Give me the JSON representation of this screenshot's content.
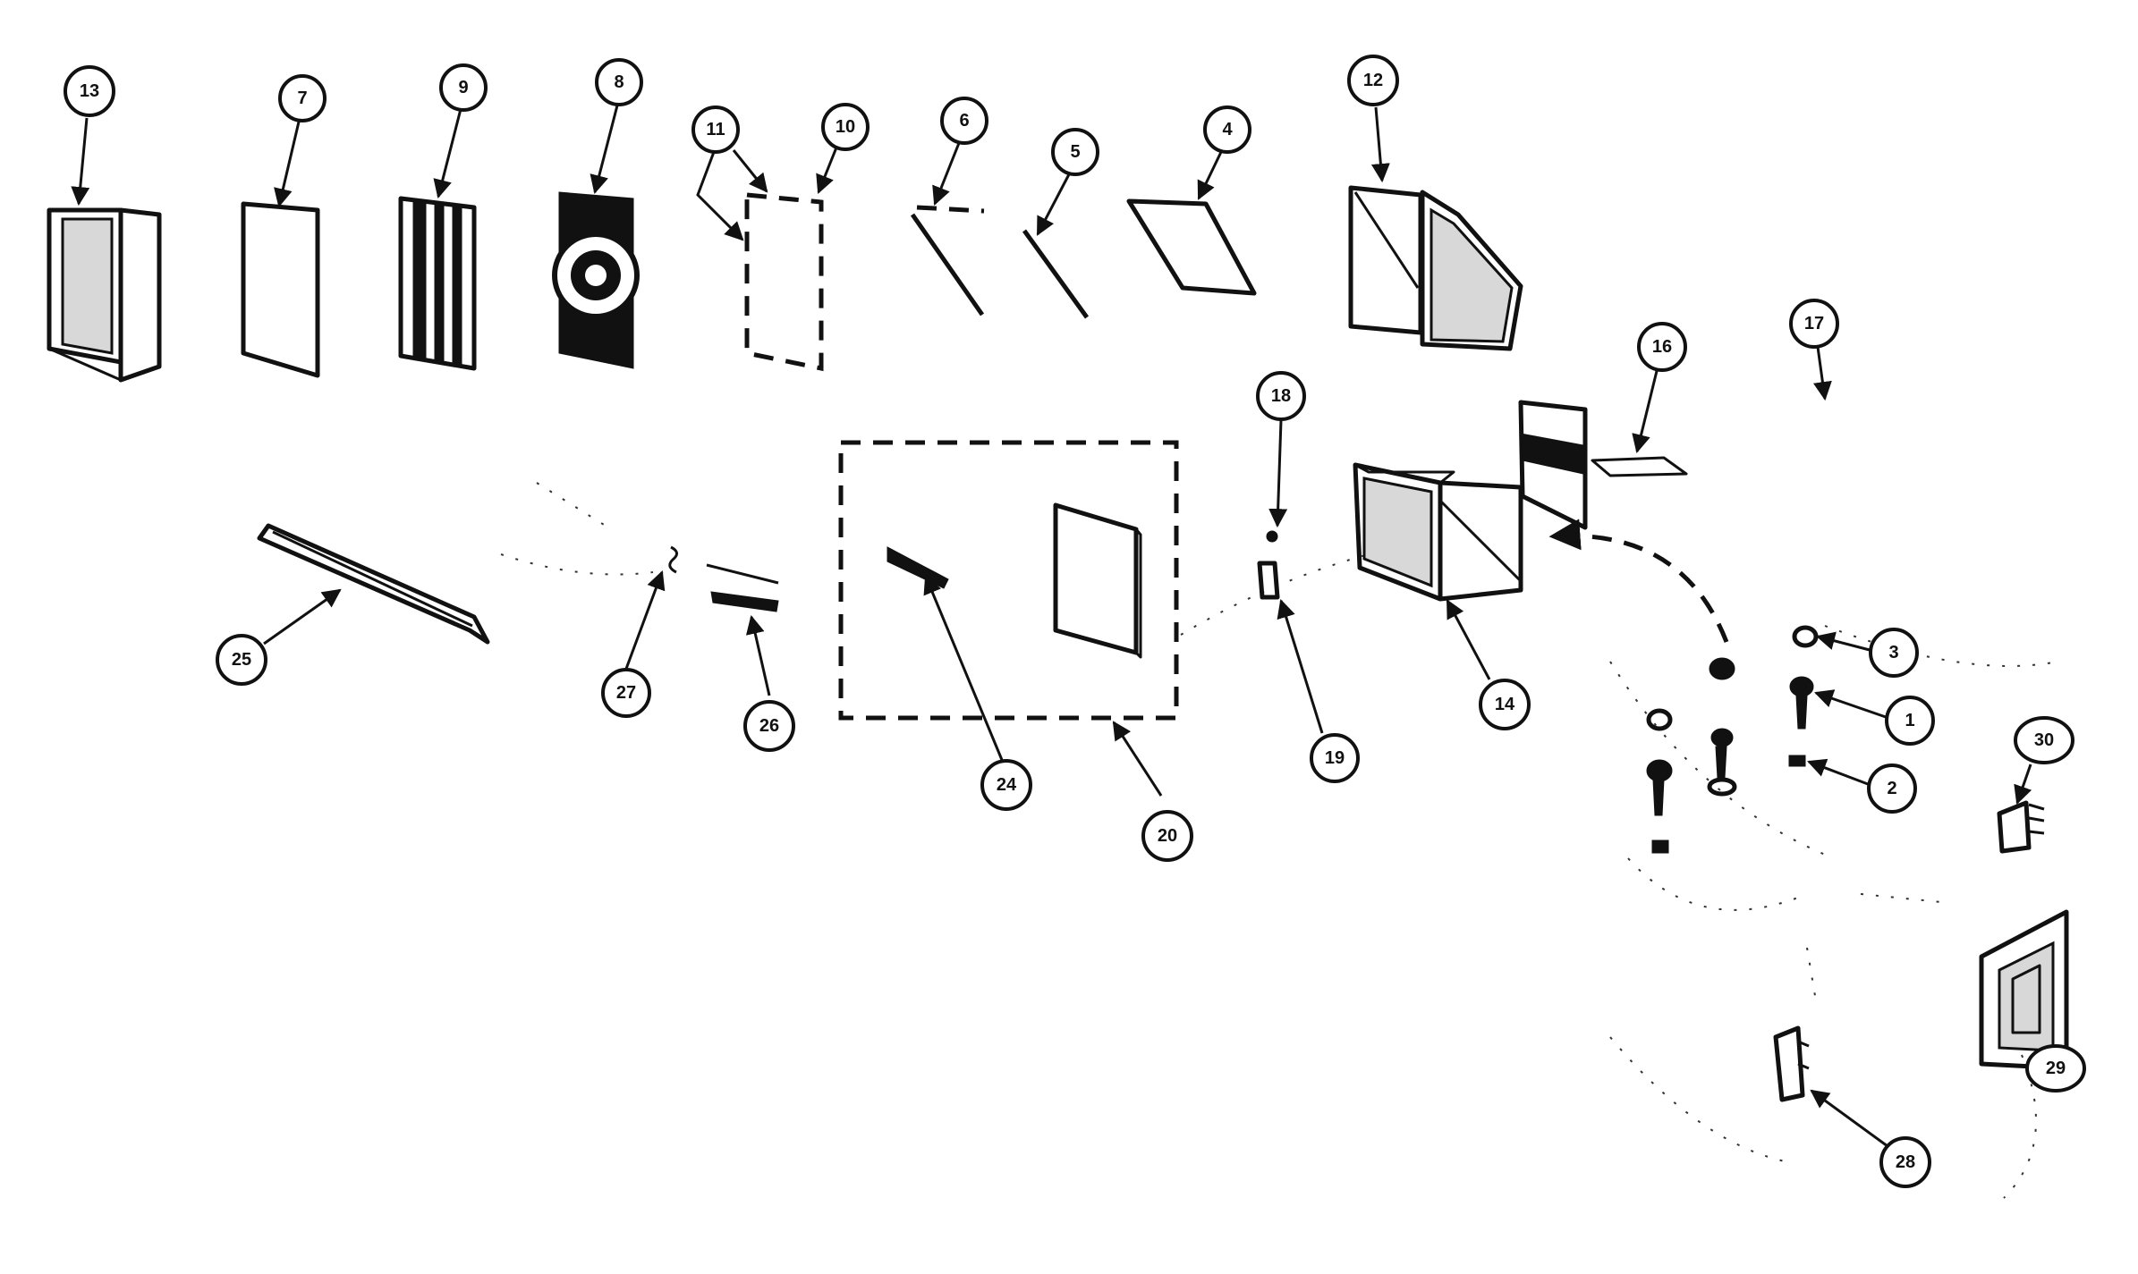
{
  "diagram": {
    "callouts": [
      {
        "id": "c13",
        "text": "13"
      },
      {
        "id": "c7",
        "text": "7"
      },
      {
        "id": "c9",
        "text": "9"
      },
      {
        "id": "c8",
        "text": "8"
      },
      {
        "id": "c11",
        "text": "11"
      },
      {
        "id": "c10",
        "text": "10"
      },
      {
        "id": "c6",
        "text": "6"
      },
      {
        "id": "c5",
        "text": "5"
      },
      {
        "id": "c4",
        "text": "4"
      },
      {
        "id": "c12",
        "text": "12"
      },
      {
        "id": "c16",
        "text": "16"
      },
      {
        "id": "c17",
        "text": "17"
      },
      {
        "id": "c18",
        "text": "18"
      },
      {
        "id": "c19",
        "text": "19"
      },
      {
        "id": "c14",
        "text": "14"
      },
      {
        "id": "c3",
        "text": "3"
      },
      {
        "id": "c1",
        "text": "1"
      },
      {
        "id": "c2",
        "text": "2"
      },
      {
        "id": "c30",
        "text": "30"
      },
      {
        "id": "c25",
        "text": "25"
      },
      {
        "id": "c27",
        "text": "27"
      },
      {
        "id": "c26",
        "text": "26"
      },
      {
        "id": "c24",
        "text": "24"
      },
      {
        "id": "c20",
        "text": "20"
      },
      {
        "id": "c29",
        "text": "29"
      },
      {
        "id": "c28",
        "text": "28"
      }
    ]
  }
}
